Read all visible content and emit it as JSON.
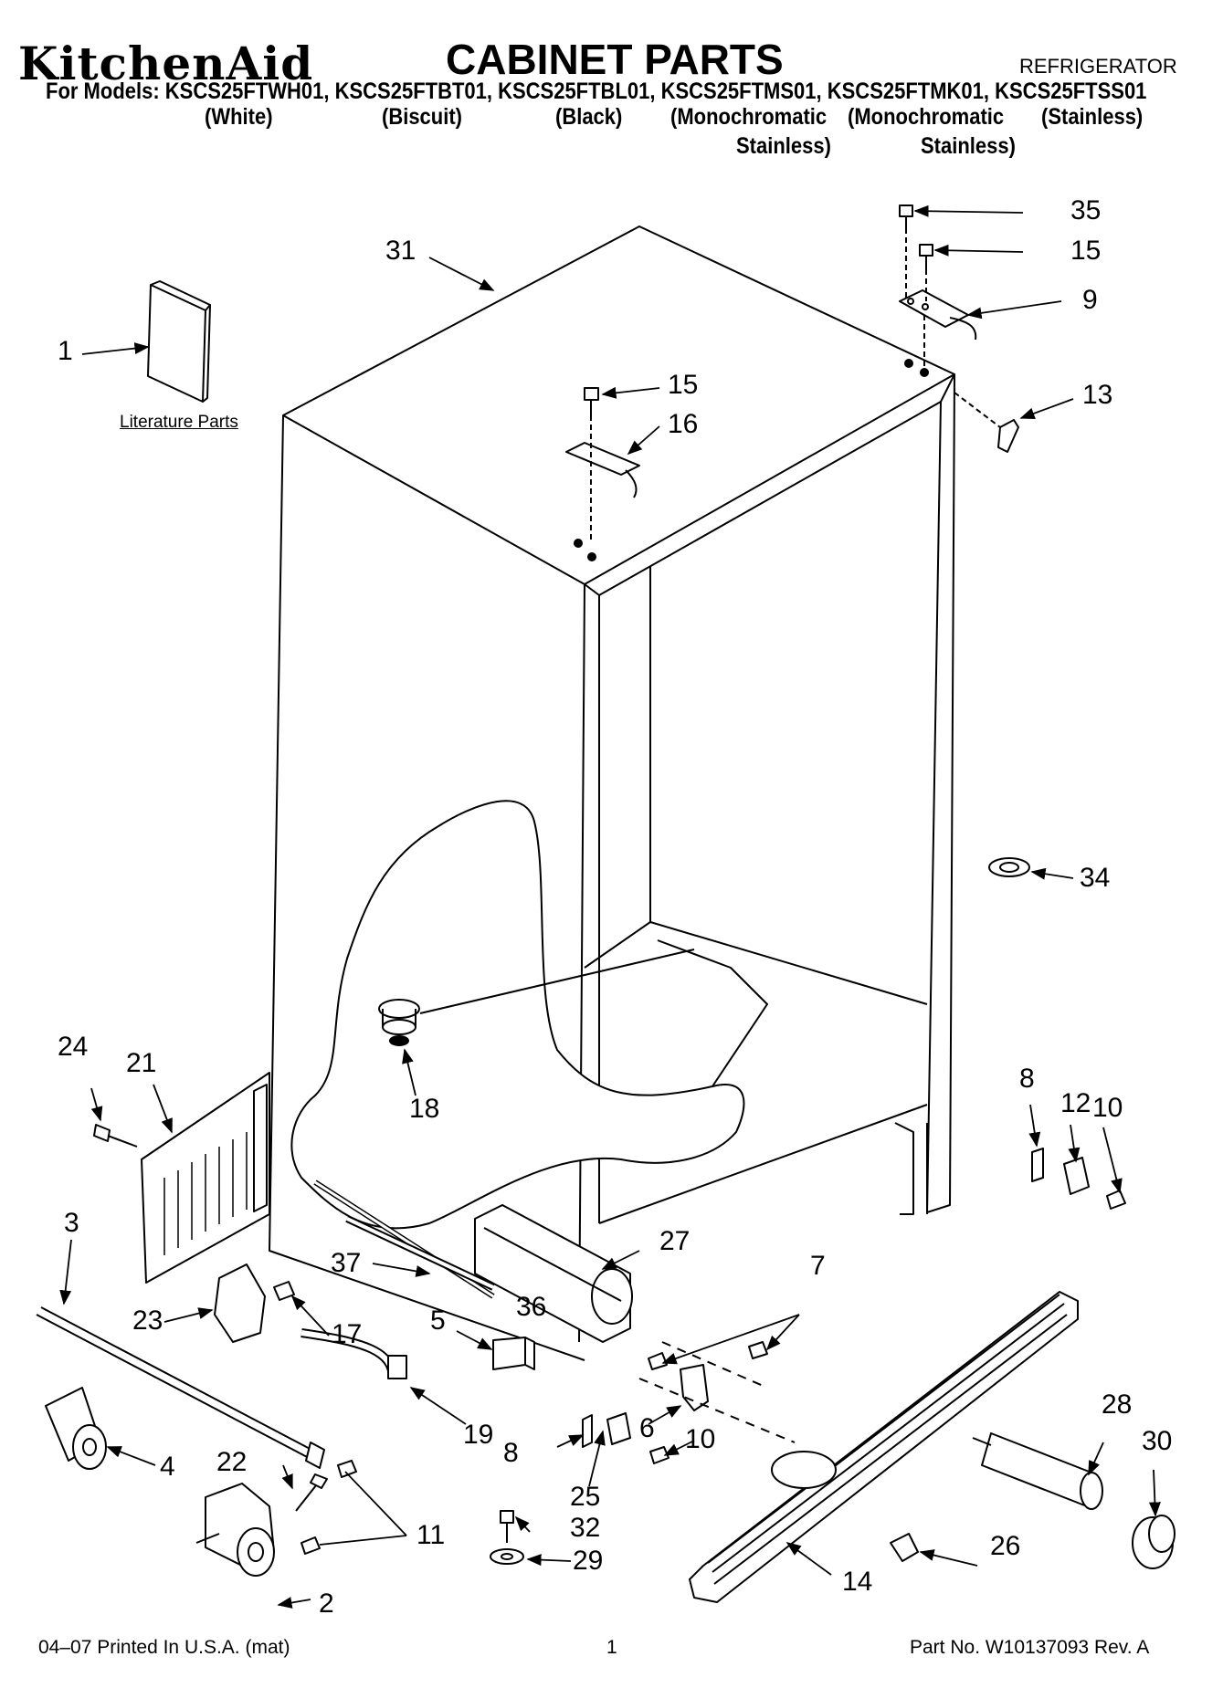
{
  "header": {
    "brand": "KitchenAid",
    "title": "CABINET PARTS",
    "appliance": "REFRIGERATOR",
    "models_line": "For Models: KSCS25FTWH01, KSCS25FTBT01, KSCS25FTBL01, KSCS25FTMS01, KSCS25FTMK01, KSCS25FTSS01",
    "colors": [
      "(White)",
      "(Biscuit)",
      "(Black)",
      "(Monochromatic",
      "(Monochromatic",
      "(Stainless)"
    ],
    "colors_line2": [
      "Stainless)",
      "Stainless)"
    ]
  },
  "diagram": {
    "literature_label": "Literature Parts",
    "part_numbers": [
      "1",
      "2",
      "3",
      "4",
      "5",
      "6",
      "7",
      "8",
      "8",
      "9",
      "10",
      "10",
      "11",
      "12",
      "13",
      "14",
      "15",
      "15",
      "16",
      "17",
      "18",
      "19",
      "21",
      "22",
      "23",
      "24",
      "25",
      "26",
      "27",
      "28",
      "29",
      "30",
      "31",
      "32",
      "34",
      "35",
      "36",
      "37"
    ]
  },
  "footer": {
    "printed": "04–07 Printed In U.S.A. (mat)",
    "page": "1",
    "part_no": "Part No. W10137093 Rev. A"
  }
}
